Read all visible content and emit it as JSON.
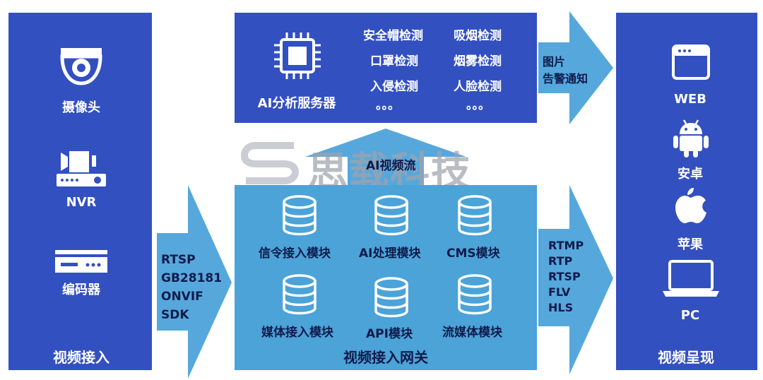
{
  "left_panel": {
    "items": [
      {
        "label": "摄像头",
        "icon": "camera-dome-icon"
      },
      {
        "label": "NVR",
        "icon": "nvr-recorder-icon"
      },
      {
        "label": "编码器",
        "icon": "encoder-box-icon"
      }
    ],
    "title": "视频接入"
  },
  "input_arrow": {
    "protocols": [
      "RTSP",
      "GB28181",
      "ONVIF",
      "SDK"
    ]
  },
  "ai_server": {
    "label": "AI分析服务器",
    "icon": "chip-icon",
    "detections_left": [
      "安全帽检测",
      "口罩检测",
      "入侵检测",
      "。。。"
    ],
    "detections_right": [
      "吸烟检测",
      "烟雾检测",
      "人脸检测",
      "。。。"
    ]
  },
  "alert_arrow": {
    "line1": "图片",
    "line2": "告警通知"
  },
  "up_arrow": {
    "label": "AI视频流"
  },
  "watermark": {
    "text": "思载科技",
    "logo": "s-logo-icon"
  },
  "gateway": {
    "title": "视频接入网关",
    "modules": [
      {
        "label": "信令接入模块",
        "icon": "database-icon"
      },
      {
        "label": "AI处理模块",
        "icon": "database-icon"
      },
      {
        "label": "CMS模块",
        "icon": "database-icon"
      },
      {
        "label": "媒体接入模块",
        "icon": "database-icon"
      },
      {
        "label": "API模块",
        "icon": "database-icon"
      },
      {
        "label": "流媒体模块",
        "icon": "database-icon"
      }
    ]
  },
  "output_arrow": {
    "protocols": [
      "RTMP",
      "RTP",
      "RTSP",
      "FLV",
      "HLS"
    ]
  },
  "right_panel": {
    "items": [
      {
        "label": "WEB",
        "icon": "browser-window-icon"
      },
      {
        "label": "安卓",
        "icon": "android-icon"
      },
      {
        "label": "苹果",
        "icon": "apple-icon"
      },
      {
        "label": "PC",
        "icon": "laptop-icon"
      }
    ],
    "title": "视频呈现"
  },
  "colors": {
    "dark_blue": "#3350c0",
    "light_blue": "#4ba3d8",
    "arrow_blue": "#56a8dc",
    "text_dark": "#0f1a4a"
  }
}
